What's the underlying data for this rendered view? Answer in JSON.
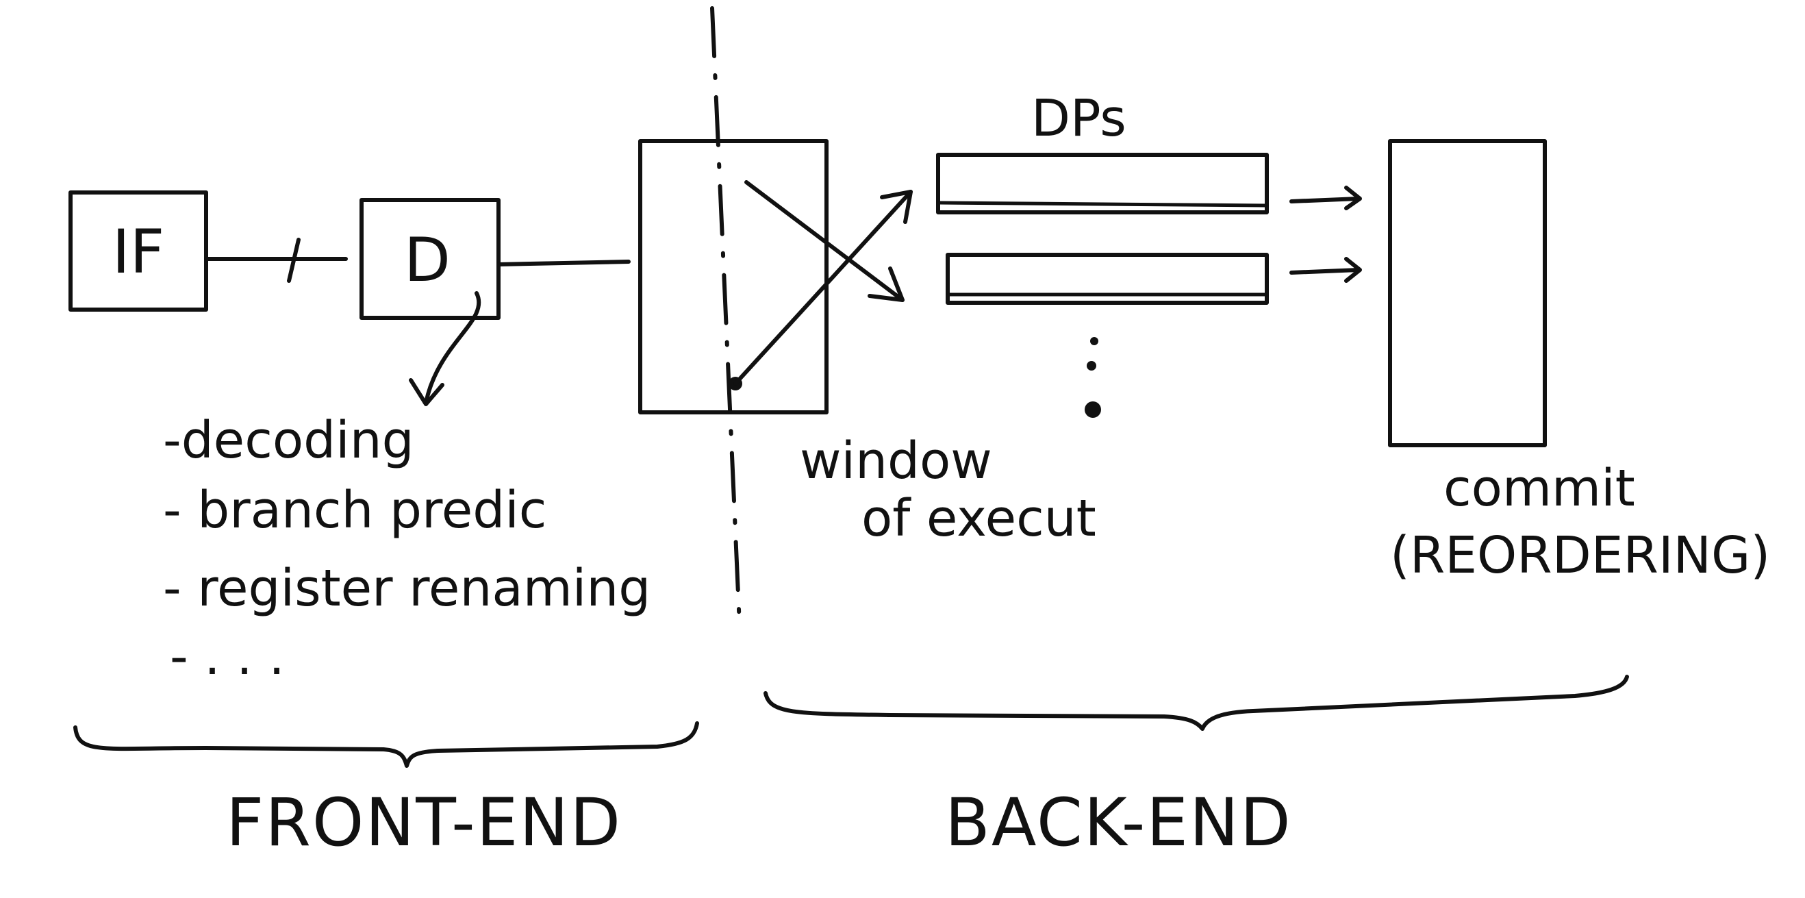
{
  "stages": {
    "fetch": "IF",
    "decode": "D"
  },
  "decode_tasks": [
    "-decoding",
    "- branch predic",
    "- register renaming",
    "- . . ."
  ],
  "window": {
    "line1": "window",
    "line2": "of execut"
  },
  "datapaths_label": "DPs",
  "commit": {
    "line1": "commit",
    "line2": "(REORDERING)"
  },
  "sections": {
    "front_end": "FRONT-END",
    "back_end": "BACK-END"
  }
}
